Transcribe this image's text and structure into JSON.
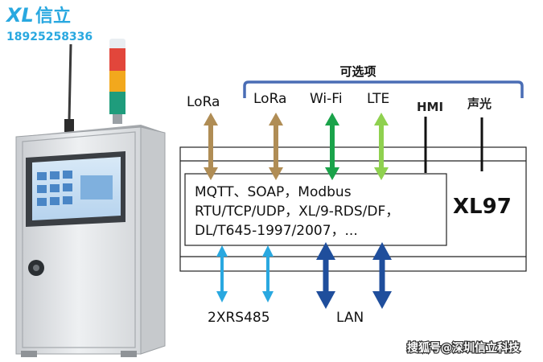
{
  "logo": {
    "brand": "XL",
    "brand_cn": "信立",
    "phone": "18925258336",
    "brand_color": "#29a8e0"
  },
  "diagram": {
    "optional_label": "可选项",
    "optional_bracket_color": "#4a6db5",
    "top_labels": {
      "lora_left": "LoRa",
      "lora": "LoRa",
      "wifi": "Wi-Fi",
      "lte": "LTE",
      "hmi": "HMI",
      "sound_light": "声光"
    },
    "device_model": "XL97",
    "protocols": {
      "line1": "MQTT、SOAP，Modbus",
      "line2": "RTU/TCP/UDP，XL/9-RDS/DF，",
      "line3": "DL/T645-1997/2007，..."
    },
    "bottom_labels": {
      "rs485": "2XRS485",
      "lan": "LAN"
    },
    "colors": {
      "lora_arrow": "#b08d55",
      "wifi_arrow": "#1aa34a",
      "lte_arrow": "#8fd14f",
      "rs485_arrow": "#29a8e0",
      "lan_arrow": "#1f4e9c"
    }
  },
  "watermark": {
    "text": "搜狐号@深圳信立科技"
  }
}
